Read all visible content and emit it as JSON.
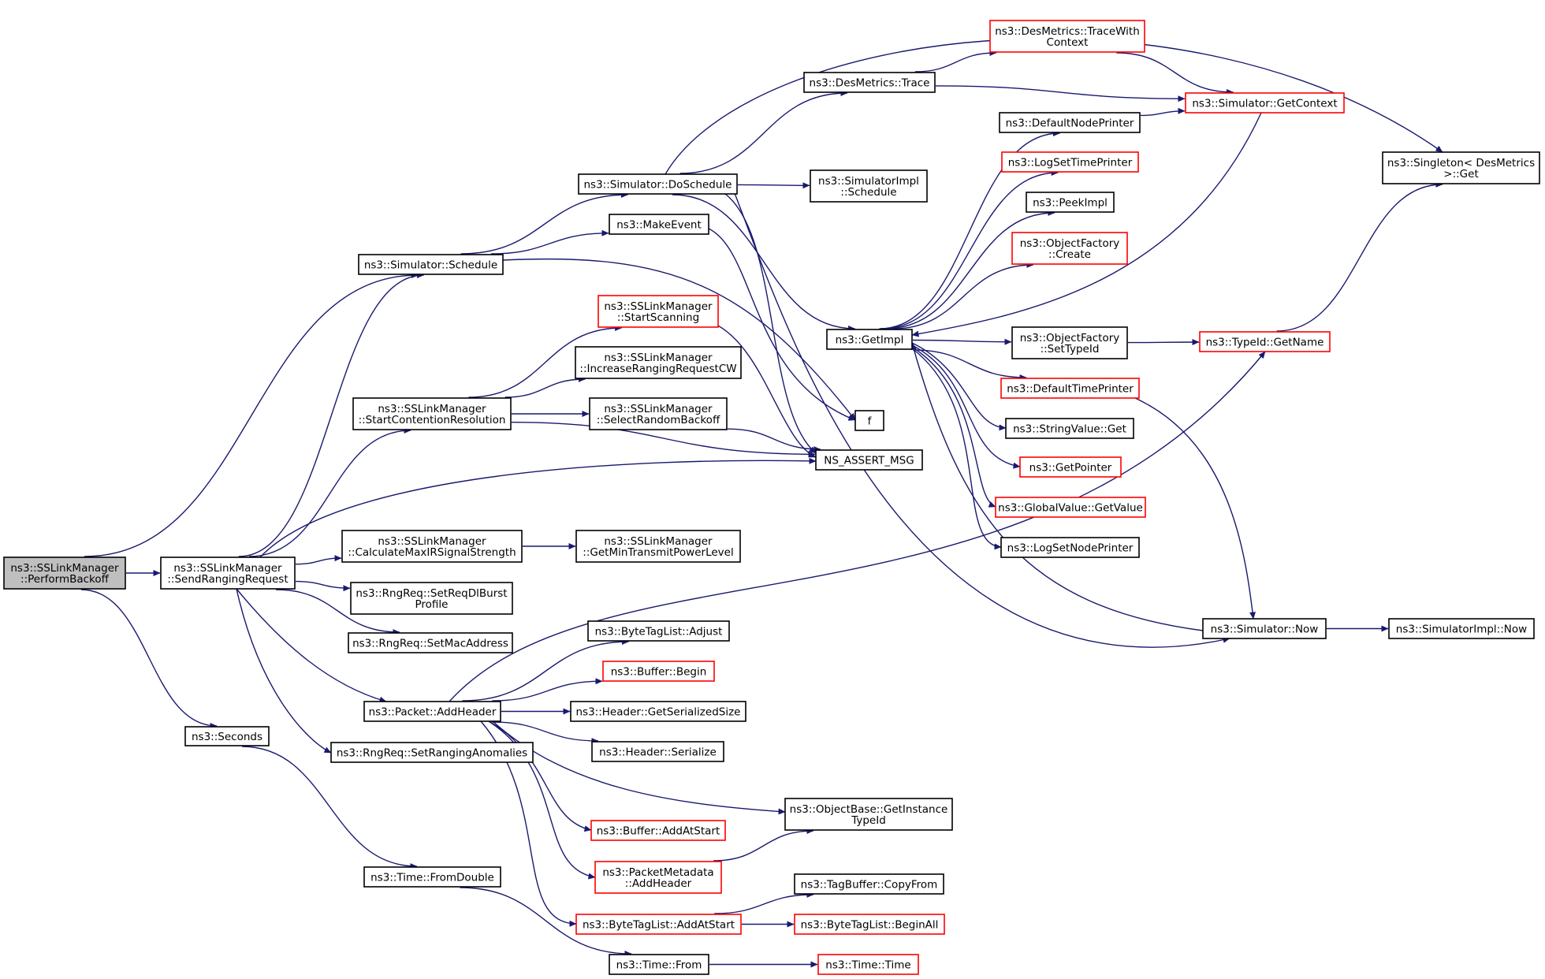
{
  "colors": {
    "edge": "#191970",
    "border_normal": "#000000",
    "border_truncated": "#ff0000",
    "root_fill": "#bfbfbf",
    "node_fill": "#ffffff"
  },
  "nodes": [
    {
      "id": "perform_backoff",
      "lines": [
        "ns3::SSLinkManager",
        "::PerformBackoff"
      ],
      "style": "root"
    },
    {
      "id": "send_ranging_request",
      "lines": [
        "ns3::SSLinkManager",
        "::SendRangingRequest"
      ],
      "style": "normal"
    },
    {
      "id": "seconds",
      "lines": [
        "ns3::Seconds"
      ],
      "style": "normal"
    },
    {
      "id": "simulator_schedule",
      "lines": [
        "ns3::Simulator::Schedule"
      ],
      "style": "normal"
    },
    {
      "id": "start_contention_resolution",
      "lines": [
        "ns3::SSLinkManager",
        "::StartContentionResolution"
      ],
      "style": "normal"
    },
    {
      "id": "calculate_max_ir_signal_strength",
      "lines": [
        "ns3::SSLinkManager",
        "::CalculateMaxIRSignalStrength"
      ],
      "style": "normal"
    },
    {
      "id": "set_req_dl_burst_profile",
      "lines": [
        "ns3::RngReq::SetReqDlBurst",
        "Profile"
      ],
      "style": "normal"
    },
    {
      "id": "set_mac_address",
      "lines": [
        "ns3::RngReq::SetMacAddress"
      ],
      "style": "normal"
    },
    {
      "id": "packet_add_header",
      "lines": [
        "ns3::Packet::AddHeader"
      ],
      "style": "normal"
    },
    {
      "id": "set_ranging_anomalies",
      "lines": [
        "ns3::RngReq::SetRangingAnomalies"
      ],
      "style": "normal"
    },
    {
      "id": "time_from_double",
      "lines": [
        "ns3::Time::FromDouble"
      ],
      "style": "normal"
    },
    {
      "id": "simulator_do_schedule",
      "lines": [
        "ns3::Simulator::DoSchedule"
      ],
      "style": "normal"
    },
    {
      "id": "make_event",
      "lines": [
        "ns3::MakeEvent"
      ],
      "style": "normal"
    },
    {
      "id": "start_scanning",
      "lines": [
        "ns3::SSLinkManager",
        "::StartScanning"
      ],
      "style": "truncated"
    },
    {
      "id": "increase_ranging_request_cw",
      "lines": [
        "ns3::SSLinkManager",
        "::IncreaseRangingRequestCW"
      ],
      "style": "normal"
    },
    {
      "id": "select_random_backoff",
      "lines": [
        "ns3::SSLinkManager",
        "::SelectRandomBackoff"
      ],
      "style": "normal"
    },
    {
      "id": "get_min_transmit_power_level",
      "lines": [
        "ns3::SSLinkManager",
        "::GetMinTransmitPowerLevel"
      ],
      "style": "normal"
    },
    {
      "id": "byte_tag_list_adjust",
      "lines": [
        "ns3::ByteTagList::Adjust"
      ],
      "style": "normal"
    },
    {
      "id": "buffer_begin",
      "lines": [
        "ns3::Buffer::Begin"
      ],
      "style": "truncated"
    },
    {
      "id": "header_get_serialized_size",
      "lines": [
        "ns3::Header::GetSerializedSize"
      ],
      "style": "normal"
    },
    {
      "id": "header_serialize",
      "lines": [
        "ns3::Header::Serialize"
      ],
      "style": "normal"
    },
    {
      "id": "buffer_add_at_start",
      "lines": [
        "ns3::Buffer::AddAtStart"
      ],
      "style": "truncated"
    },
    {
      "id": "packet_metadata_add_header",
      "lines": [
        "ns3::PacketMetadata",
        "::AddHeader"
      ],
      "style": "truncated"
    },
    {
      "id": "byte_tag_list_add_at_start",
      "lines": [
        "ns3::ByteTagList::AddAtStart"
      ],
      "style": "truncated"
    },
    {
      "id": "time_from",
      "lines": [
        "ns3::Time::From"
      ],
      "style": "normal"
    },
    {
      "id": "des_metrics_trace",
      "lines": [
        "ns3::DesMetrics::Trace"
      ],
      "style": "normal"
    },
    {
      "id": "des_metrics_trace_with_context",
      "lines": [
        "ns3::DesMetrics::TraceWith",
        "Context"
      ],
      "style": "truncated"
    },
    {
      "id": "simulator_impl_schedule",
      "lines": [
        "ns3::SimulatorImpl",
        "::Schedule"
      ],
      "style": "normal"
    },
    {
      "id": "get_impl",
      "lines": [
        "ns3::GetImpl"
      ],
      "style": "normal"
    },
    {
      "id": "f",
      "lines": [
        "f"
      ],
      "style": "normal"
    },
    {
      "id": "ns_assert_msg",
      "lines": [
        "NS_ASSERT_MSG"
      ],
      "style": "normal"
    },
    {
      "id": "object_base_get_instance_type_id",
      "lines": [
        "ns3::ObjectBase::GetInstance",
        "TypeId"
      ],
      "style": "normal"
    },
    {
      "id": "tag_buffer_copy_from",
      "lines": [
        "ns3::TagBuffer::CopyFrom"
      ],
      "style": "normal"
    },
    {
      "id": "byte_tag_list_begin_all",
      "lines": [
        "ns3::ByteTagList::BeginAll"
      ],
      "style": "truncated"
    },
    {
      "id": "time_time",
      "lines": [
        "ns3::Time::Time"
      ],
      "style": "truncated"
    },
    {
      "id": "default_node_printer",
      "lines": [
        "ns3::DefaultNodePrinter"
      ],
      "style": "normal"
    },
    {
      "id": "log_set_time_printer",
      "lines": [
        "ns3::LogSetTimePrinter"
      ],
      "style": "truncated"
    },
    {
      "id": "peek_impl",
      "lines": [
        "ns3::PeekImpl"
      ],
      "style": "normal"
    },
    {
      "id": "object_factory_create",
      "lines": [
        "ns3::ObjectFactory",
        "::Create"
      ],
      "style": "truncated"
    },
    {
      "id": "object_factory_set_type_id",
      "lines": [
        "ns3::ObjectFactory",
        "::SetTypeId"
      ],
      "style": "normal"
    },
    {
      "id": "default_time_printer",
      "lines": [
        "ns3::DefaultTimePrinter"
      ],
      "style": "truncated"
    },
    {
      "id": "string_value_get",
      "lines": [
        "ns3::StringValue::Get"
      ],
      "style": "normal"
    },
    {
      "id": "get_pointer",
      "lines": [
        "ns3::GetPointer"
      ],
      "style": "truncated"
    },
    {
      "id": "global_value_get_value",
      "lines": [
        "ns3::GlobalValue::GetValue"
      ],
      "style": "truncated"
    },
    {
      "id": "log_set_node_printer",
      "lines": [
        "ns3::LogSetNodePrinter"
      ],
      "style": "normal"
    },
    {
      "id": "simulator_get_context",
      "lines": [
        "ns3::Simulator::GetContext"
      ],
      "style": "truncated"
    },
    {
      "id": "type_id_get_name",
      "lines": [
        "ns3::TypeId::GetName"
      ],
      "style": "truncated"
    },
    {
      "id": "simulator_now",
      "lines": [
        "ns3::Simulator::Now"
      ],
      "style": "normal"
    },
    {
      "id": "singleton_des_metrics_get",
      "lines": [
        "ns3::Singleton< DesMetrics",
        ">::Get"
      ],
      "style": "normal"
    },
    {
      "id": "simulator_impl_now",
      "lines": [
        "ns3::SimulatorImpl::Now"
      ],
      "style": "normal"
    }
  ],
  "edges": [
    [
      "perform_backoff",
      "simulator_schedule"
    ],
    [
      "perform_backoff",
      "send_ranging_request"
    ],
    [
      "perform_backoff",
      "seconds"
    ],
    [
      "send_ranging_request",
      "simulator_schedule"
    ],
    [
      "send_ranging_request",
      "start_contention_resolution"
    ],
    [
      "send_ranging_request",
      "ns_assert_msg"
    ],
    [
      "send_ranging_request",
      "calculate_max_ir_signal_strength"
    ],
    [
      "send_ranging_request",
      "set_req_dl_burst_profile"
    ],
    [
      "send_ranging_request",
      "set_mac_address"
    ],
    [
      "send_ranging_request",
      "packet_add_header"
    ],
    [
      "send_ranging_request",
      "set_ranging_anomalies"
    ],
    [
      "seconds",
      "time_from_double"
    ],
    [
      "time_from_double",
      "time_from"
    ],
    [
      "time_from",
      "time_time"
    ],
    [
      "simulator_schedule",
      "simulator_do_schedule"
    ],
    [
      "simulator_schedule",
      "make_event"
    ],
    [
      "simulator_schedule",
      "f"
    ],
    [
      "make_event",
      "f"
    ],
    [
      "simulator_do_schedule",
      "singleton_des_metrics_get"
    ],
    [
      "simulator_do_schedule",
      "des_metrics_trace"
    ],
    [
      "simulator_do_schedule",
      "simulator_impl_schedule"
    ],
    [
      "simulator_do_schedule",
      "get_impl"
    ],
    [
      "simulator_do_schedule",
      "ns_assert_msg"
    ],
    [
      "simulator_do_schedule",
      "simulator_now"
    ],
    [
      "des_metrics_trace",
      "des_metrics_trace_with_context"
    ],
    [
      "des_metrics_trace",
      "simulator_get_context"
    ],
    [
      "des_metrics_trace_with_context",
      "simulator_get_context"
    ],
    [
      "simulator_get_context",
      "get_impl"
    ],
    [
      "get_impl",
      "default_node_printer"
    ],
    [
      "get_impl",
      "log_set_time_printer"
    ],
    [
      "get_impl",
      "peek_impl"
    ],
    [
      "get_impl",
      "object_factory_create"
    ],
    [
      "get_impl",
      "object_factory_set_type_id"
    ],
    [
      "get_impl",
      "default_time_printer"
    ],
    [
      "get_impl",
      "string_value_get"
    ],
    [
      "get_impl",
      "get_pointer"
    ],
    [
      "get_impl",
      "global_value_get_value"
    ],
    [
      "get_impl",
      "log_set_node_printer"
    ],
    [
      "default_node_printer",
      "simulator_get_context"
    ],
    [
      "object_factory_set_type_id",
      "type_id_get_name"
    ],
    [
      "type_id_get_name",
      "singleton_des_metrics_get"
    ],
    [
      "default_time_printer",
      "simulator_now"
    ],
    [
      "simulator_now",
      "get_impl"
    ],
    [
      "simulator_now",
      "simulator_impl_now"
    ],
    [
      "start_contention_resolution",
      "start_scanning"
    ],
    [
      "start_contention_resolution",
      "increase_ranging_request_cw"
    ],
    [
      "start_contention_resolution",
      "select_random_backoff"
    ],
    [
      "start_contention_resolution",
      "ns_assert_msg"
    ],
    [
      "start_scanning",
      "ns_assert_msg"
    ],
    [
      "select_random_backoff",
      "ns_assert_msg"
    ],
    [
      "calculate_max_ir_signal_strength",
      "get_min_transmit_power_level"
    ],
    [
      "packet_add_header",
      "type_id_get_name"
    ],
    [
      "packet_add_header",
      "byte_tag_list_adjust"
    ],
    [
      "packet_add_header",
      "buffer_begin"
    ],
    [
      "packet_add_header",
      "header_get_serialized_size"
    ],
    [
      "packet_add_header",
      "header_serialize"
    ],
    [
      "packet_add_header",
      "object_base_get_instance_type_id"
    ],
    [
      "packet_add_header",
      "buffer_add_at_start"
    ],
    [
      "packet_add_header",
      "packet_metadata_add_header"
    ],
    [
      "packet_add_header",
      "byte_tag_list_add_at_start"
    ],
    [
      "packet_metadata_add_header",
      "object_base_get_instance_type_id"
    ],
    [
      "byte_tag_list_add_at_start",
      "tag_buffer_copy_from"
    ],
    [
      "byte_tag_list_add_at_start",
      "byte_tag_list_begin_all"
    ]
  ]
}
